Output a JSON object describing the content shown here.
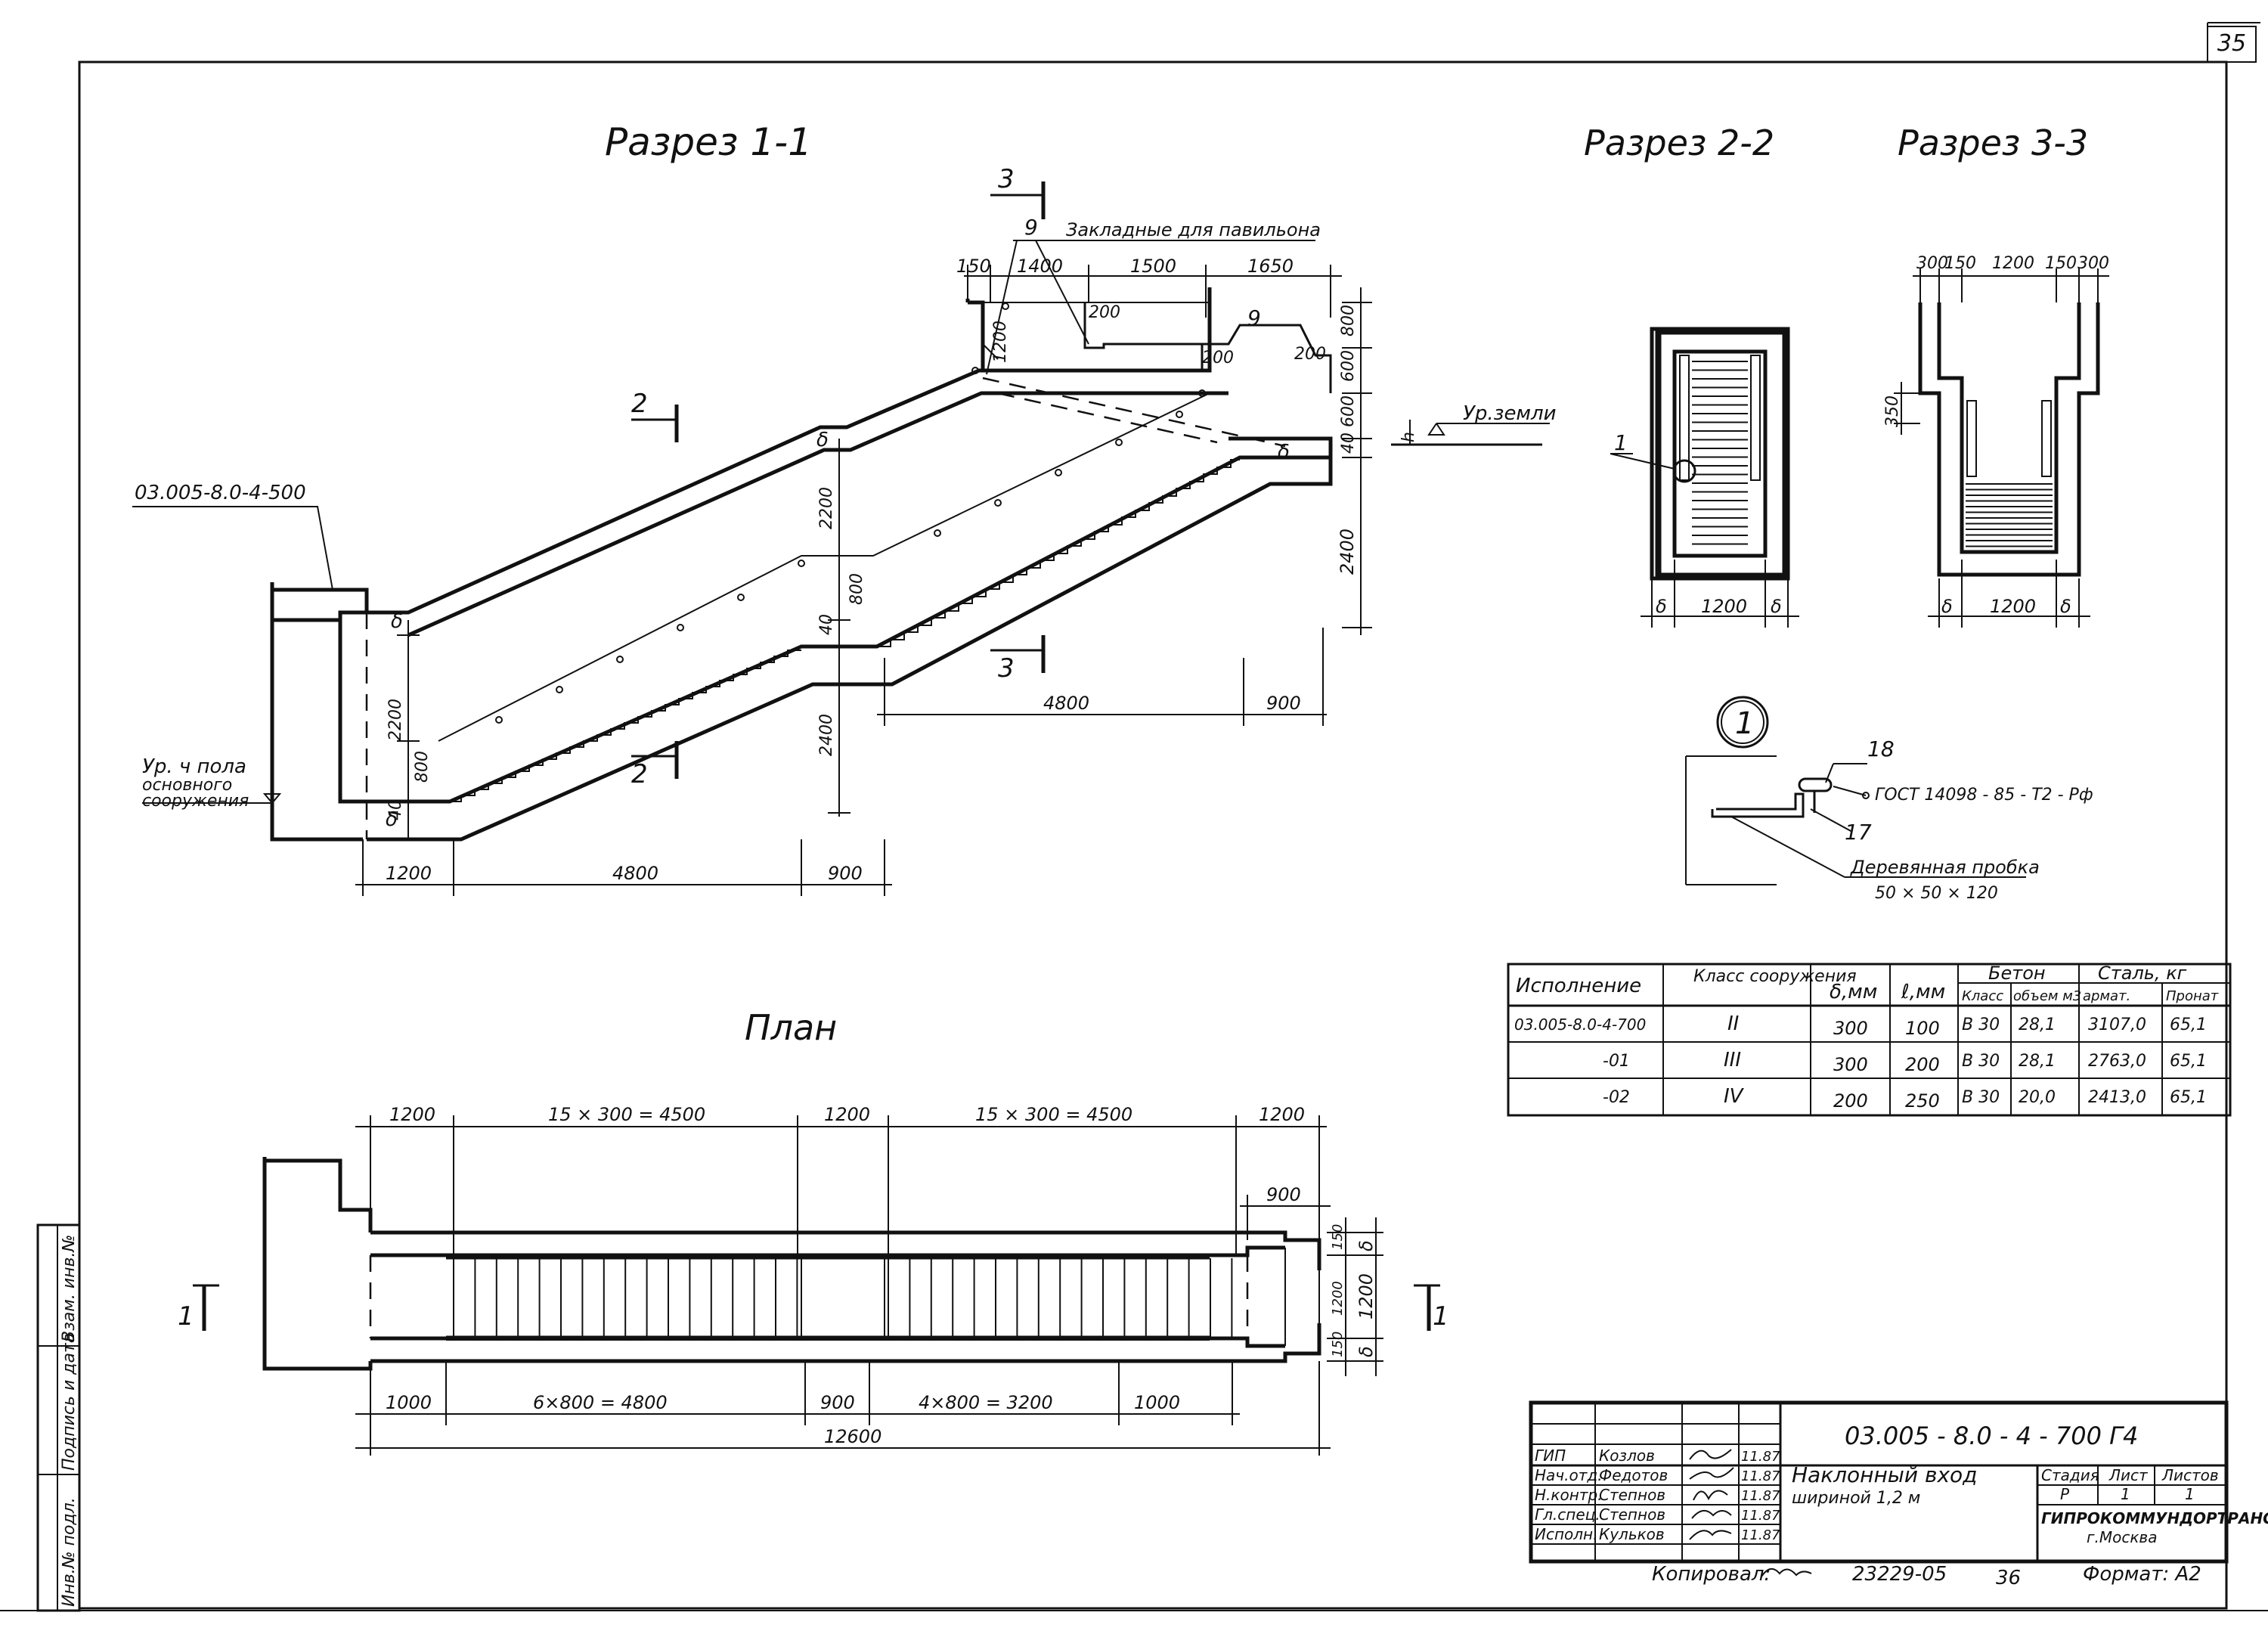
{
  "page_number": "35",
  "section_1": {
    "title": "Разрез 1-1",
    "embed_note": "Закладные для павильона",
    "callout_9": "9",
    "neighbor_label": "03.005-8.0-4-500",
    "ground_label": "Ур.земли",
    "floor_label_lines": [
      "Ур. ч пола",
      "основного",
      "сооружения"
    ],
    "cut_2": "2",
    "cut_3": "3",
    "delta": "δ",
    "dims_top": [
      "150",
      "1400",
      "1500",
      "1650"
    ],
    "dims_small": [
      "200",
      "200",
      "200"
    ],
    "dims_right": [
      "800",
      "600",
      "600",
      "40",
      "2400"
    ],
    "dims_mid": [
      "2200",
      "800",
      "40",
      "2400",
      "2200",
      "800",
      "40"
    ],
    "dims_upper_horiz": [
      "4800",
      "900"
    ],
    "dims_bottom": [
      "1200",
      "4800",
      "900"
    ],
    "h_label": "h"
  },
  "section_2": {
    "title": "Разрез 2-2",
    "callout": "1",
    "dims": [
      "δ",
      "1200",
      "δ"
    ]
  },
  "section_3": {
    "title": "Разрез 3-3",
    "dims_top": [
      "300",
      "150",
      "1200",
      "150",
      "300"
    ],
    "dim_side": "350",
    "dims": [
      "δ",
      "1200",
      "δ"
    ]
  },
  "detail_1": {
    "marker": "1",
    "callout_18": "18",
    "callout_17": "17",
    "gost": "ГОСТ 14098 - 85 - Т2 - Рф",
    "plug_label": "Деревянная пробка",
    "plug_size": "50 × 50 × 120"
  },
  "plan": {
    "title": "План",
    "dims_top": [
      "1200",
      "15 × 300 = 4500",
      "1200",
      "15 × 300 = 4500",
      "1200"
    ],
    "dim_900": "900",
    "dims_bottom": [
      "1000",
      "6×800 = 4800",
      "900",
      "4×800 = 3200",
      "1000"
    ],
    "dim_total": "12600",
    "dims_right": [
      "δ",
      "1200",
      "δ"
    ],
    "dims_right_small": [
      "150",
      "1200",
      "150"
    ],
    "cut": "1"
  },
  "spec_table": {
    "headers": [
      "Исполнение",
      "Класс сооружения",
      "δ,мм",
      "ℓ,мм"
    ],
    "group_concrete": "Бетон",
    "group_steel": "Сталь, кг",
    "sub_headers": [
      "Класс",
      "объем м3",
      "армат.",
      "Пронат"
    ],
    "rows": [
      [
        "03.005-8.0-4-700",
        "II",
        "300",
        "100",
        "В 30",
        "28,1",
        "3107,0",
        "65,1"
      ],
      [
        "-01",
        "III",
        "300",
        "200",
        "В 30",
        "28,1",
        "2763,0",
        "65,1"
      ],
      [
        "-02",
        "IV",
        "200",
        "250",
        "В 30",
        "20,0",
        "2413,0",
        "65,1"
      ]
    ]
  },
  "title_block": {
    "doc_code": "03.005 - 8.0 - 4 - 700  Г4",
    "name_lines": [
      "Наклонный вход",
      "шириной 1,2 м"
    ],
    "roles": [
      "ГИП",
      "Нач.отд.",
      "Н.контр.",
      "Гл.спец.",
      "Исполн."
    ],
    "names": [
      "Козлов",
      "Федотов",
      "Степнов",
      "Степнов",
      "Кульков"
    ],
    "dates": [
      "11.87",
      "11.87",
      "11.87",
      "11.87",
      "11.87"
    ],
    "stage_headers": [
      "Стадия",
      "Лист",
      "Листов"
    ],
    "stage_values": [
      "Р",
      "1",
      "1"
    ],
    "org_lines": [
      "ГИПРОКОММУНДОРТРАНС",
      "г.Москва"
    ],
    "copied_by": "Копировал:",
    "order_no": "23229-05",
    "sheet_no": "36",
    "format": "Формат: А2"
  },
  "side_stamp": [
    "Инв.№ подл.",
    "Подпись и дата",
    "Взам. инв.№"
  ]
}
